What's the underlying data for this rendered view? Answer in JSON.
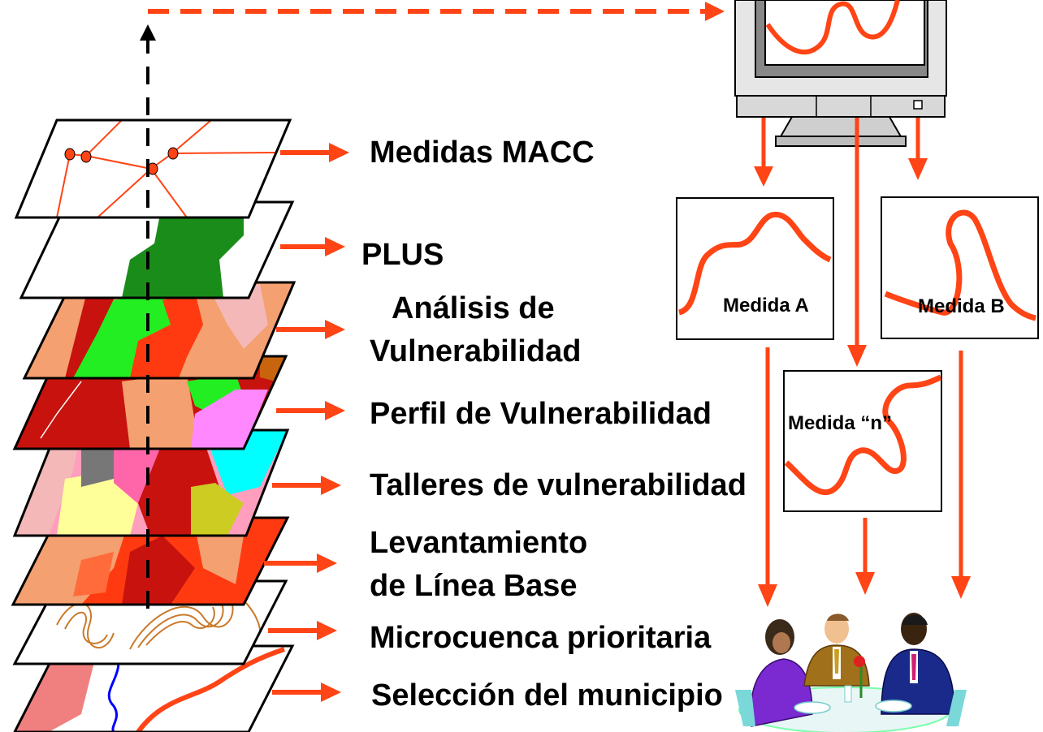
{
  "layers": [
    {
      "id": "medidas",
      "label": "Medidas MACC"
    },
    {
      "id": "plus",
      "label": "PLUS"
    },
    {
      "id": "analisis",
      "label_line1": "Análisis de",
      "label_line2": "Vulnerabilidad"
    },
    {
      "id": "perfil",
      "label": "Perfil de Vulnerabilidad"
    },
    {
      "id": "talleres",
      "label": "Talleres de vulnerabilidad"
    },
    {
      "id": "levantamiento",
      "label_line1": "Levantamiento",
      "label_line2": "de Línea Base"
    },
    {
      "id": "microcuenca",
      "label": "Microcuenca prioritaria"
    },
    {
      "id": "seleccion",
      "label": "Selección del municipio"
    }
  ],
  "measures": {
    "a": "Medida A",
    "b": "Medida B",
    "n": "Medida “n”"
  },
  "colors": {
    "arrow": "#ff4415",
    "curve": "#ff4415",
    "green_dark": "#1a8c1a",
    "green_bright": "#22ee22",
    "salmon": "#f4a070",
    "red": "#ff3a10",
    "dark_red": "#c8120e",
    "pink": "#ff9ebd",
    "cyan": "#00ffff",
    "yellow": "#ffff99",
    "olive": "#cccc22",
    "magenta": "#ff66cc",
    "contour": "#c97a2a",
    "river": "#0000ff"
  },
  "icons": [
    "computer-monitor-icon",
    "meeting-people-icon"
  ]
}
